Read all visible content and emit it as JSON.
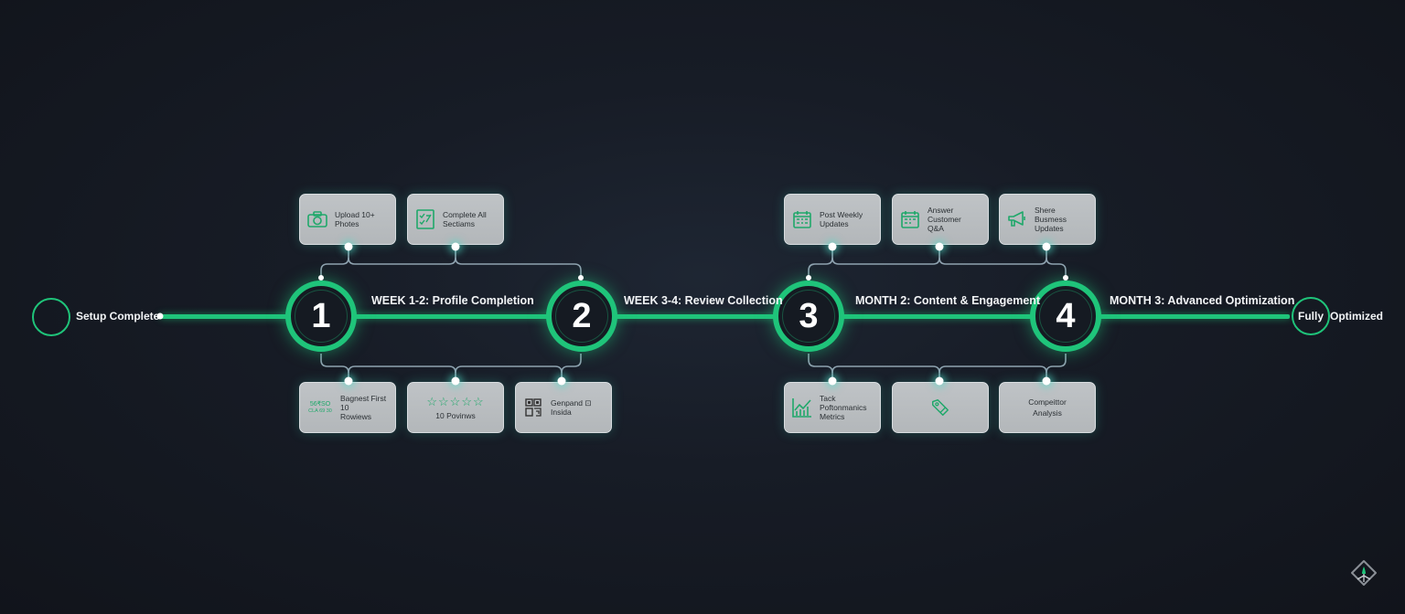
{
  "diagram": {
    "start": {
      "label": "Setup Complete"
    },
    "end": {
      "label_a": "Fully",
      "label_b": "Optimized"
    },
    "accent_color": "#1fc47a",
    "phases": [
      {
        "number": "1",
        "label": "WEEK 1-2: Profile Completion"
      },
      {
        "number": "2",
        "label": "WEEK 3-4: Review Collection"
      },
      {
        "number": "3",
        "label": "MONTH 2: Content & Engagement"
      },
      {
        "number": "4",
        "label": "MONTH 3: Advanced Optimization"
      }
    ],
    "cards": {
      "top_left": [
        {
          "icon": "camera-icon",
          "line1": "Upload 10+",
          "line2": "Photes"
        },
        {
          "icon": "checklist-icon",
          "line1": "Complete All",
          "line2": "Sectiams"
        }
      ],
      "bottom_left": [
        {
          "icon": "qr-text-icon",
          "icon_text_1": "56₹SO",
          "icon_text_2": "CLA 69 30",
          "line1": "Bagnest First 10",
          "line2": "Rowiews"
        },
        {
          "icon": "stars-icon",
          "stars": "☆☆☆☆☆",
          "line1": "10 Povinws"
        },
        {
          "icon": "qr-code-icon",
          "line1": "Genpand ⊡ Insida"
        }
      ],
      "top_right": [
        {
          "icon": "calendar-icon",
          "line1": "Post Weekly",
          "line2": "Updates"
        },
        {
          "icon": "calendar-icon",
          "line1": "Answer Customer",
          "line2": "Q&A"
        },
        {
          "icon": "megaphone-icon",
          "line1": "Shere",
          "line2": "Busmess Updates"
        }
      ],
      "bottom_right": [
        {
          "icon": "chart-icon",
          "line1": "Tack Poftonmanics",
          "line2": "Metrics"
        },
        {
          "icon": "tag-icon"
        },
        {
          "icon": "none",
          "line1": "Compeittor",
          "line2": "Analysis"
        }
      ]
    }
  }
}
